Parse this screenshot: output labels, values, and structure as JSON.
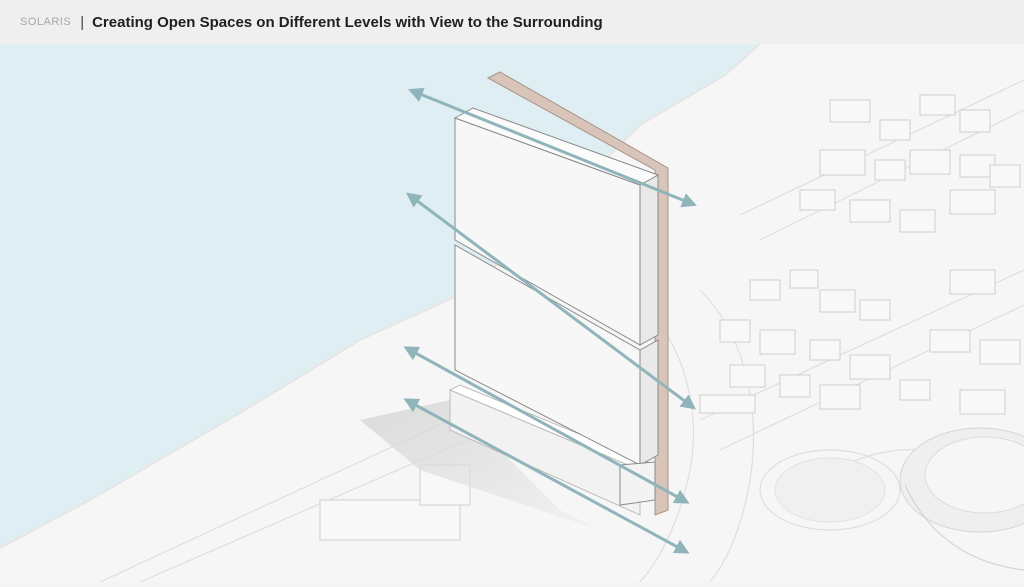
{
  "header": {
    "brand": "SOLARIS",
    "separator": "|",
    "title": "Creating Open Spaces on Different Levels with View to the Surrounding"
  },
  "colors": {
    "water": "#dfeef3",
    "ground": "#f6f6f6",
    "building_white": "#f7f7f7",
    "facade_accent": "#d8c4b9",
    "view_arrow": "#8fb5bb"
  },
  "icons": {
    "view_arrows": "double-headed-arrow"
  }
}
